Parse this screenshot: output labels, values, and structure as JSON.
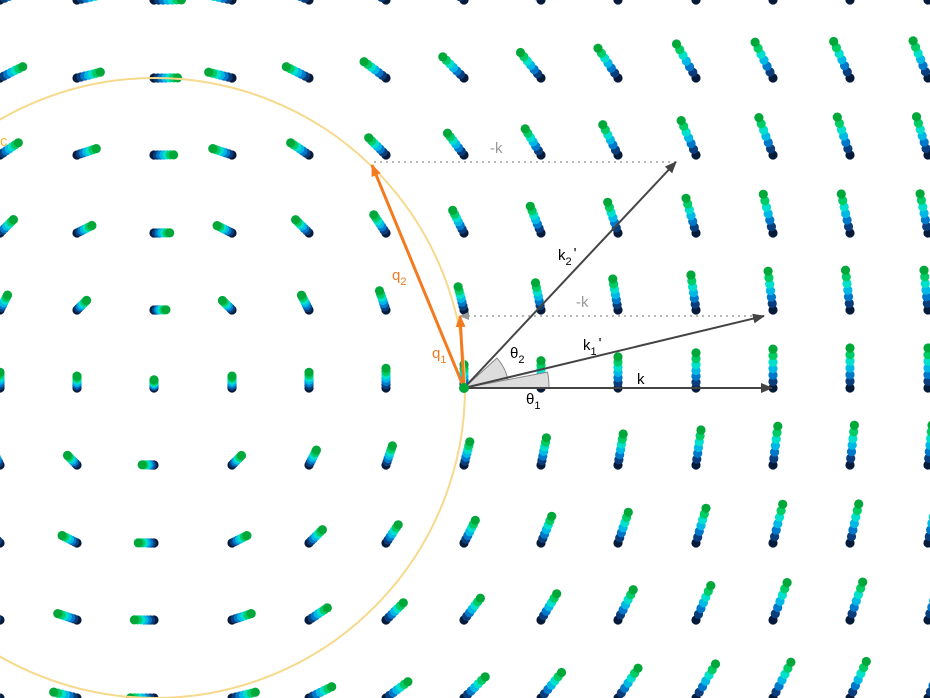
{
  "diagram": {
    "circle_label": "c",
    "labels": {
      "k": "k",
      "k1_prime": {
        "main": "k",
        "sub": "1",
        "sup": "'"
      },
      "k2_prime": {
        "main": "k",
        "sub": "2",
        "sup": "'"
      },
      "q1": {
        "main": "q",
        "sub": "1"
      },
      "q2": {
        "main": "q",
        "sub": "2"
      },
      "theta1": {
        "main": "θ",
        "sub": "1"
      },
      "theta2": {
        "main": "θ",
        "sub": "2"
      },
      "minus_k_top": "-k",
      "minus_k_mid": "-k"
    },
    "colors": {
      "circle": "#f7d98c",
      "circle_label": "#f2b632",
      "q_arrows": "#f47a20",
      "k_arrows": "#444444",
      "minus_k": "#9a9a9a",
      "dotted_lines": "#b8b8b8",
      "angle_fill": "#dddddd",
      "trail_colors": [
        "#061a3a",
        "#0a3d7a",
        "#0077c8",
        "#00b8e6",
        "#00e0cc",
        "#00cc66",
        "#00a83a"
      ]
    }
  }
}
